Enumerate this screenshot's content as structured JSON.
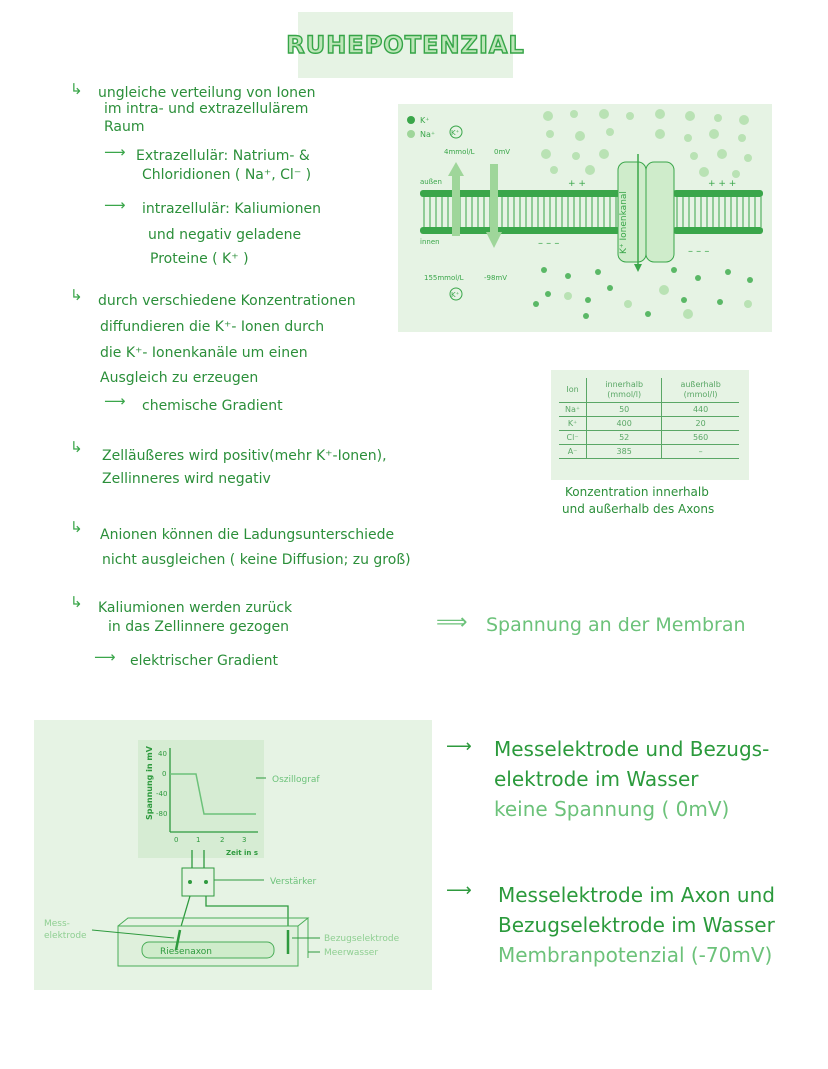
{
  "title": "RUHEPOTENZIAL",
  "notes": {
    "n1_l1": "ungleiche verteilung von Ionen",
    "n1_l2": "im intra- und extrazellulärem",
    "n1_l3": "Raum",
    "n1_a1_l1": "Extrazellulär: Natrium- &",
    "n1_a1_l2": "Chloridionen ( Na⁺, Cl⁻ )",
    "n1_a2_l1": "intrazellulär: Kaliumionen",
    "n1_a2_l2": "und negativ geladene",
    "n1_a2_l3": "Proteine ( K⁺ )",
    "n2_l1": "durch verschiedene Konzentrationen",
    "n2_l2": "diffundieren die  K⁺- Ionen durch",
    "n2_l3": "die K⁺- Ionenkanäle um einen",
    "n2_l4": "Ausgleich zu erzeugen",
    "n2_a1": "chemische Gradient",
    "n3_l1": "Zelläußeres wird positiv(mehr K⁺-Ionen),",
    "n3_l2": "Zellinneres wird negativ",
    "n4_l1": "Anionen können die Ladungsunterschiede",
    "n4_l2": "nicht ausgleichen ( keine Diffusion; zu groß)",
    "n5_l1": "Kaliumionen werden zurück",
    "n5_l2": "in das Zellinnere gezogen",
    "n5_a1": "elektrischer Gradient",
    "result": "Spannung an der Membran"
  },
  "membrane_diagram": {
    "legend_k": "K⁺",
    "legend_na": "Na⁺",
    "label_k": "K⁺",
    "conc_top": "4mmol/L",
    "volt_top": "0mV",
    "label_aussen": "außen",
    "label_innen": "innen",
    "conc_bottom": "155mmol/L",
    "volt_bottom": "-98mV",
    "channel_label": "K⁺ Ionenkanal",
    "colors": {
      "dark": "#3aa64a",
      "light": "#b9e2b4",
      "bg": "#e6f3e4"
    }
  },
  "ion_table": {
    "headers": [
      "Ion",
      "innerhalb (mmol/l)",
      "außerhalb (mmol/l)"
    ],
    "rows": [
      [
        "Na⁺",
        "50",
        "440"
      ],
      [
        "K⁺",
        "400",
        "20"
      ],
      [
        "Cl⁻",
        "52",
        "560"
      ],
      [
        "A⁻",
        "385",
        "–"
      ]
    ],
    "caption_l1": "Konzentration innerhalb",
    "caption_l2": "und außerhalb des Axons"
  },
  "measure_diagram": {
    "y_label": "Spannung in mV",
    "y_ticks": [
      "40",
      "0",
      "-40",
      "-80"
    ],
    "x_ticks": [
      "0",
      "1",
      "2",
      "3"
    ],
    "x_label": "Zeit in s",
    "oszillograf": "Oszillograf",
    "verstaerker": "Verstärker",
    "messelektrode_l1": "Mess-",
    "messelektrode_l2": "elektrode",
    "bezugselektrode": "Bezugselektrode",
    "meerwasser": "Meerwasser",
    "riesenaxon": "Riesenaxon"
  },
  "measurements": {
    "m1_l1": "Messelektrode und Bezugs-",
    "m1_l2": "elektrode im Wasser",
    "m1_l3": "keine Spannung ( 0mV)",
    "m2_l1": "Messelektrode im Axon und",
    "m2_l2": "Bezugselektrode im Wasser",
    "m2_l3": "Membranpotenzial (-70mV)"
  }
}
